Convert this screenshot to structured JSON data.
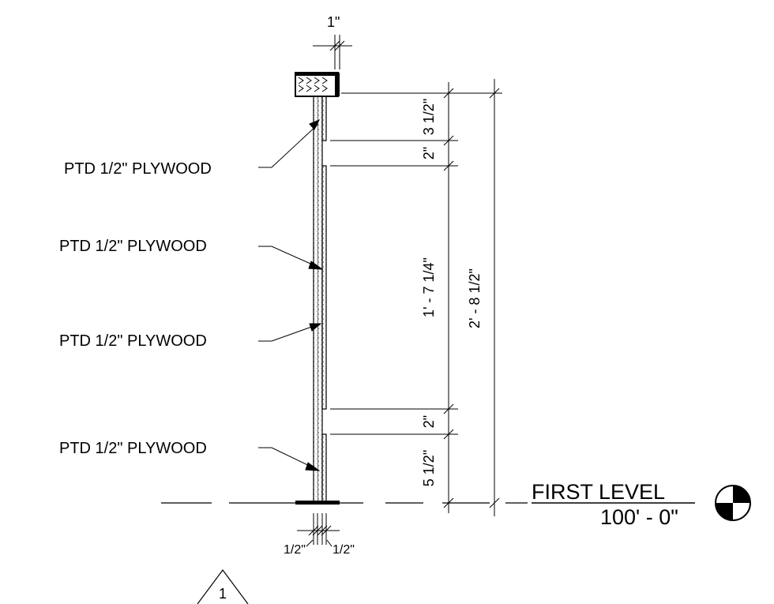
{
  "callouts": [
    "PTD 1/2\" PLYWOOD",
    "PTD 1/2\" PLYWOOD",
    "PTD 1/2\" PLYWOOD",
    "PTD 1/2\" PLYWOOD"
  ],
  "dimensions": {
    "top_width": "1\"",
    "seg_top": "3 1/2\"",
    "gap_top": "2\"",
    "seg_middle": "1' - 7 1/4\"",
    "gap_bottom": "2\"",
    "seg_bottom": "5 1/2\"",
    "overall": "2' - 8 1/2\"",
    "bottom_left": "1/2\"",
    "bottom_right": "1/2\""
  },
  "level": {
    "name": "FIRST LEVEL",
    "elevation": "100' - 0\""
  },
  "section_mark": "1"
}
